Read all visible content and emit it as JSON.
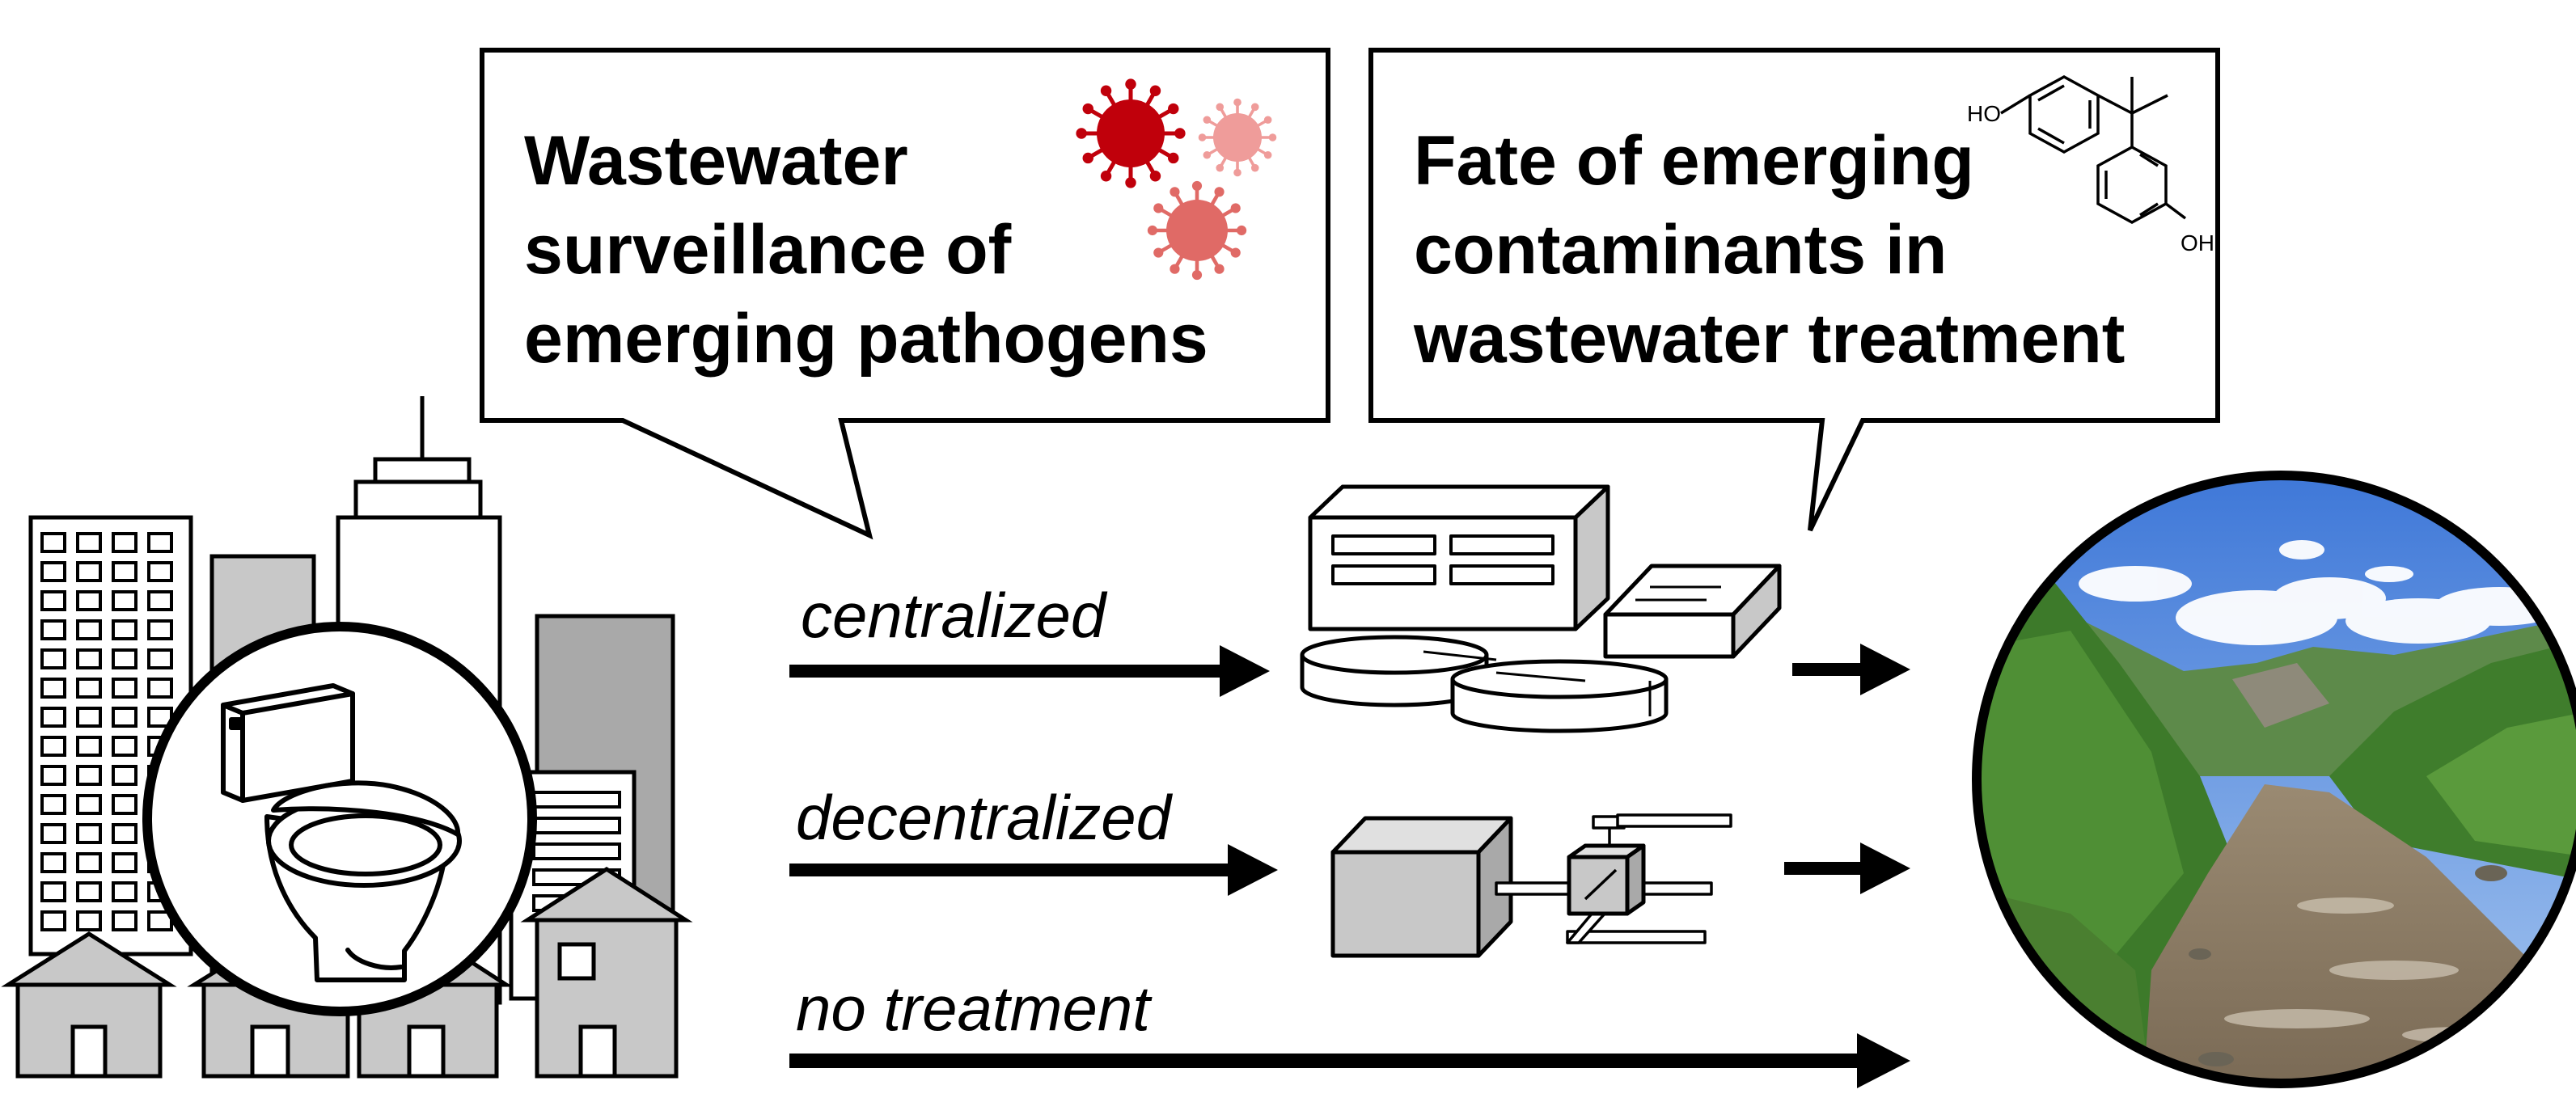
{
  "callouts": {
    "left": {
      "lines": [
        "Wastewater",
        "surveillance of",
        "emerging pathogens"
      ]
    },
    "right": {
      "lines": [
        "Fate of emerging",
        "contaminants in",
        "wastewater treatment"
      ]
    }
  },
  "molecule": {
    "label_top": "HO",
    "label_bottom": "OH"
  },
  "paths": {
    "centralized": "centralized",
    "decentralized": "decentralized",
    "no_treatment": "no treatment"
  },
  "colors": {
    "virus_dark": "#c0000b",
    "virus_mid": "#e06a66",
    "virus_light": "#ef9c9a",
    "building_gray": "#c8c8c8",
    "building_dark_gray": "#a9a9a9",
    "outline": "#000000"
  }
}
